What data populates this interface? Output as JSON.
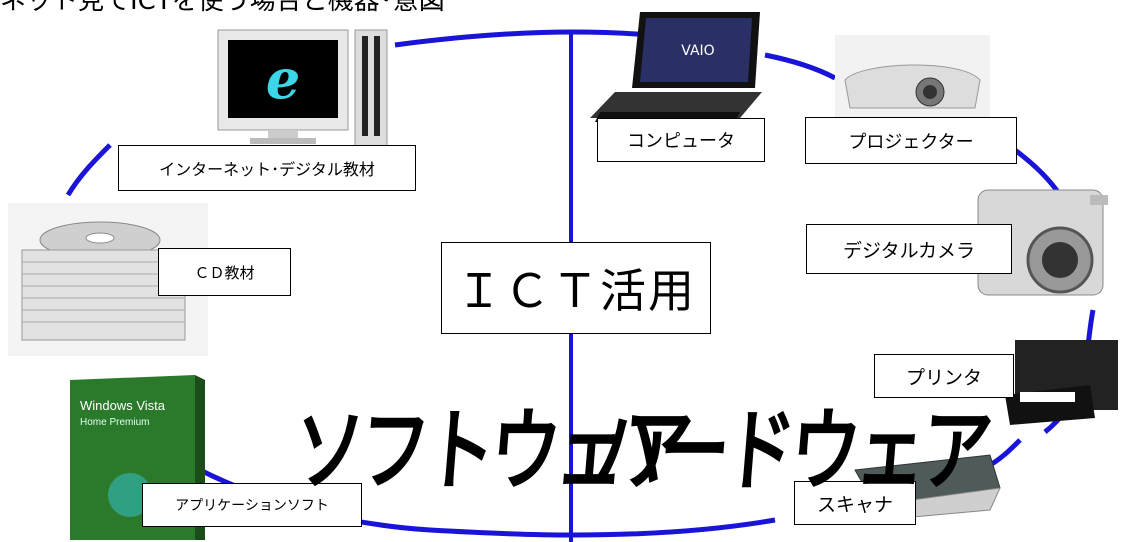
{
  "partial_heading": "ネット見でICTを使う場合と機器･意図",
  "center_label": "ＩＣＴ活用",
  "software_title": "ソフトウェア",
  "hardware_title": "ハードウェア",
  "items": {
    "internet": "インターネット･デジタル教材",
    "cd": "ＣＤ教材",
    "application": "アプリケーションソフト",
    "computer": "コンピュータ",
    "projector": "プロジェクター",
    "camera": "デジタルカメラ",
    "printer": "プリンタ",
    "scanner": "スキャナ"
  },
  "device_text": {
    "ie_logo": "e",
    "vaio": "VAIO",
    "vista": "Windows Vista",
    "vista_sub": "Home Premium"
  },
  "colors": {
    "circle": "#1a14d8",
    "divider": "#1a14d8"
  }
}
